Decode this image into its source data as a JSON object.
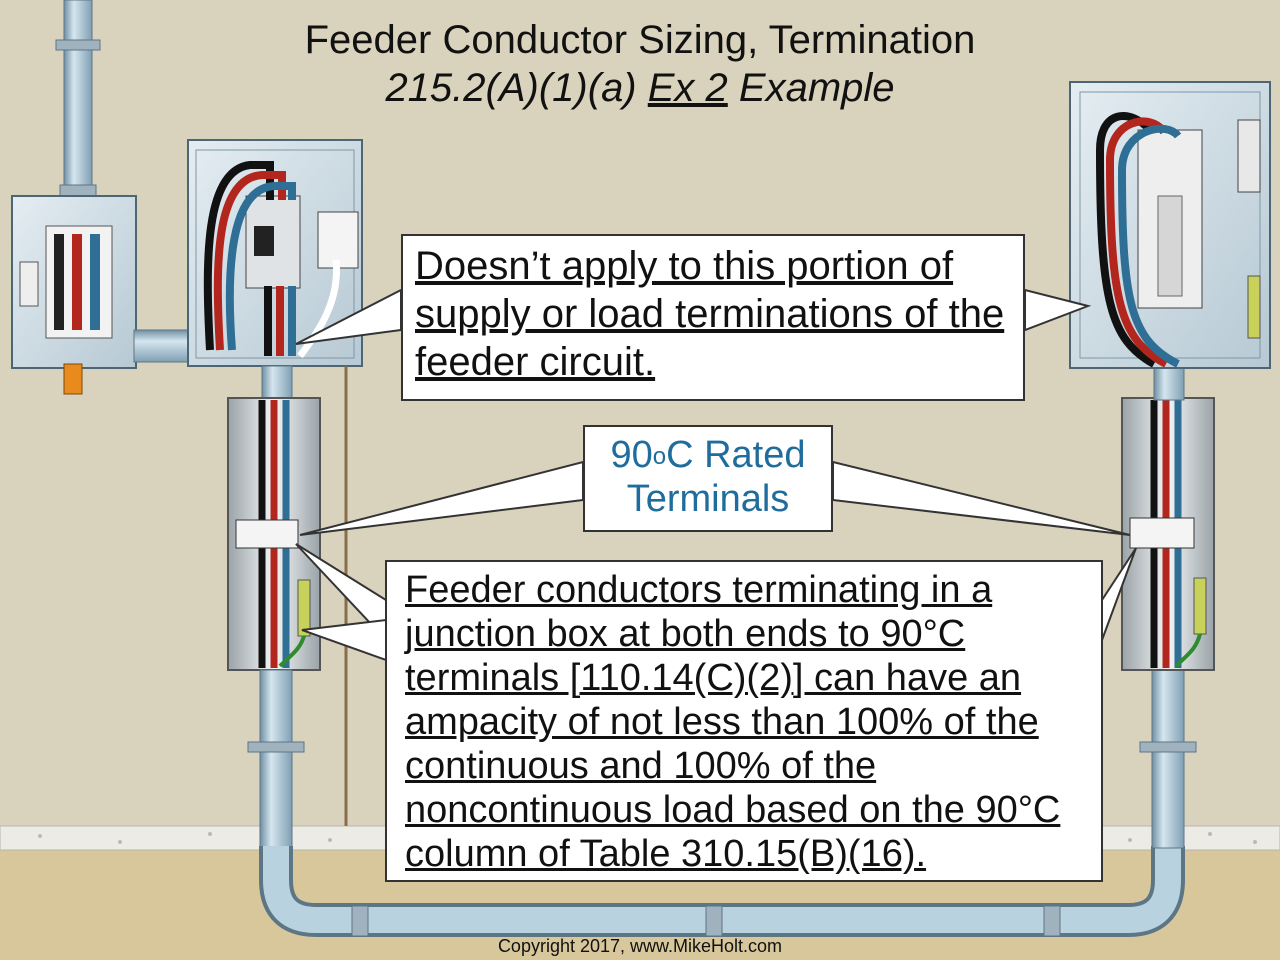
{
  "title": {
    "line1": "Feeder Conductor Sizing, Termination",
    "line2_prefix": "215.2(A)(1)(a) ",
    "line2_underlined": "Ex 2",
    "line2_suffix": " Example"
  },
  "callouts": {
    "top": "Doesn’t apply to this portion of supply or load terminations of the feeder circuit.",
    "rated_90_prefix": "90",
    "rated_90_sup": "o",
    "rated_90_suffix": "C Rated",
    "rated_90_line2": "Terminals",
    "bottom": "Feeder conductors terminating in a junction box at both ends to 90°C terminals [110.14(C)(2)] can have an ampacity of not less than 100% of the continuous and 100% of the noncontinuous load based on the 90°C column of Table 310.15(B)(16)."
  },
  "copyright": "Copyright 2017, www.MikeHolt.com",
  "colors": {
    "wall": "#d9d2bd",
    "ground": "#d8c79b",
    "conduit": "#a9c6d6",
    "box": "#c8d8e2",
    "conductor_black": "#111111",
    "conductor_red": "#b3261e",
    "conductor_blue": "#2f6f95",
    "conductor_white": "#ffffff",
    "ground_wire": "#2e8b2e",
    "callout_90_text": "#1f6d9c"
  }
}
